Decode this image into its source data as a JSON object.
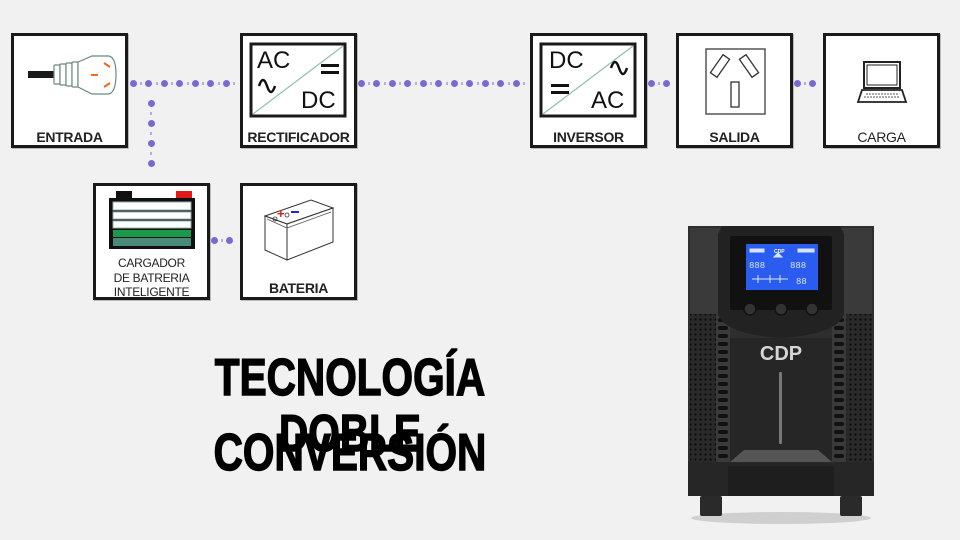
{
  "diagram": {
    "title_line1": "TECNOLOGÍA DOBLE",
    "title_line2": "CONVERSIÓN",
    "connector_color": "#7a6ad0",
    "nodes": [
      {
        "id": "entrada",
        "label": "ENTRADA",
        "icon": "power-plug-icon"
      },
      {
        "id": "rectificador",
        "label": "RECTIFICADOR",
        "icon": "ac-dc-converter-icon",
        "top": "AC",
        "bottom": "DC"
      },
      {
        "id": "inversor",
        "label": "INVERSOR",
        "icon": "dc-ac-converter-icon",
        "top": "DC",
        "bottom": "AC"
      },
      {
        "id": "salida",
        "label": "SALIDA",
        "icon": "power-outlet-icon"
      },
      {
        "id": "carga",
        "label": "CARGA",
        "icon": "laptop-icon"
      },
      {
        "id": "cargador",
        "label_lines": [
          "CARGADOR",
          "DE BATRERIA",
          "INTELIGENTE"
        ],
        "icon": "battery-charger-icon"
      },
      {
        "id": "bateria",
        "label": "BATERIA",
        "icon": "battery-icon"
      }
    ],
    "edges": [
      [
        "entrada",
        "rectificador"
      ],
      [
        "rectificador",
        "inversor"
      ],
      [
        "inversor",
        "salida"
      ],
      [
        "salida",
        "carga"
      ],
      [
        "entrada",
        "cargador"
      ],
      [
        "cargador",
        "bateria"
      ]
    ]
  },
  "product": {
    "brand": "CDP",
    "lcd_color": "#2a5cf0",
    "lcd_brand": "CDP"
  }
}
